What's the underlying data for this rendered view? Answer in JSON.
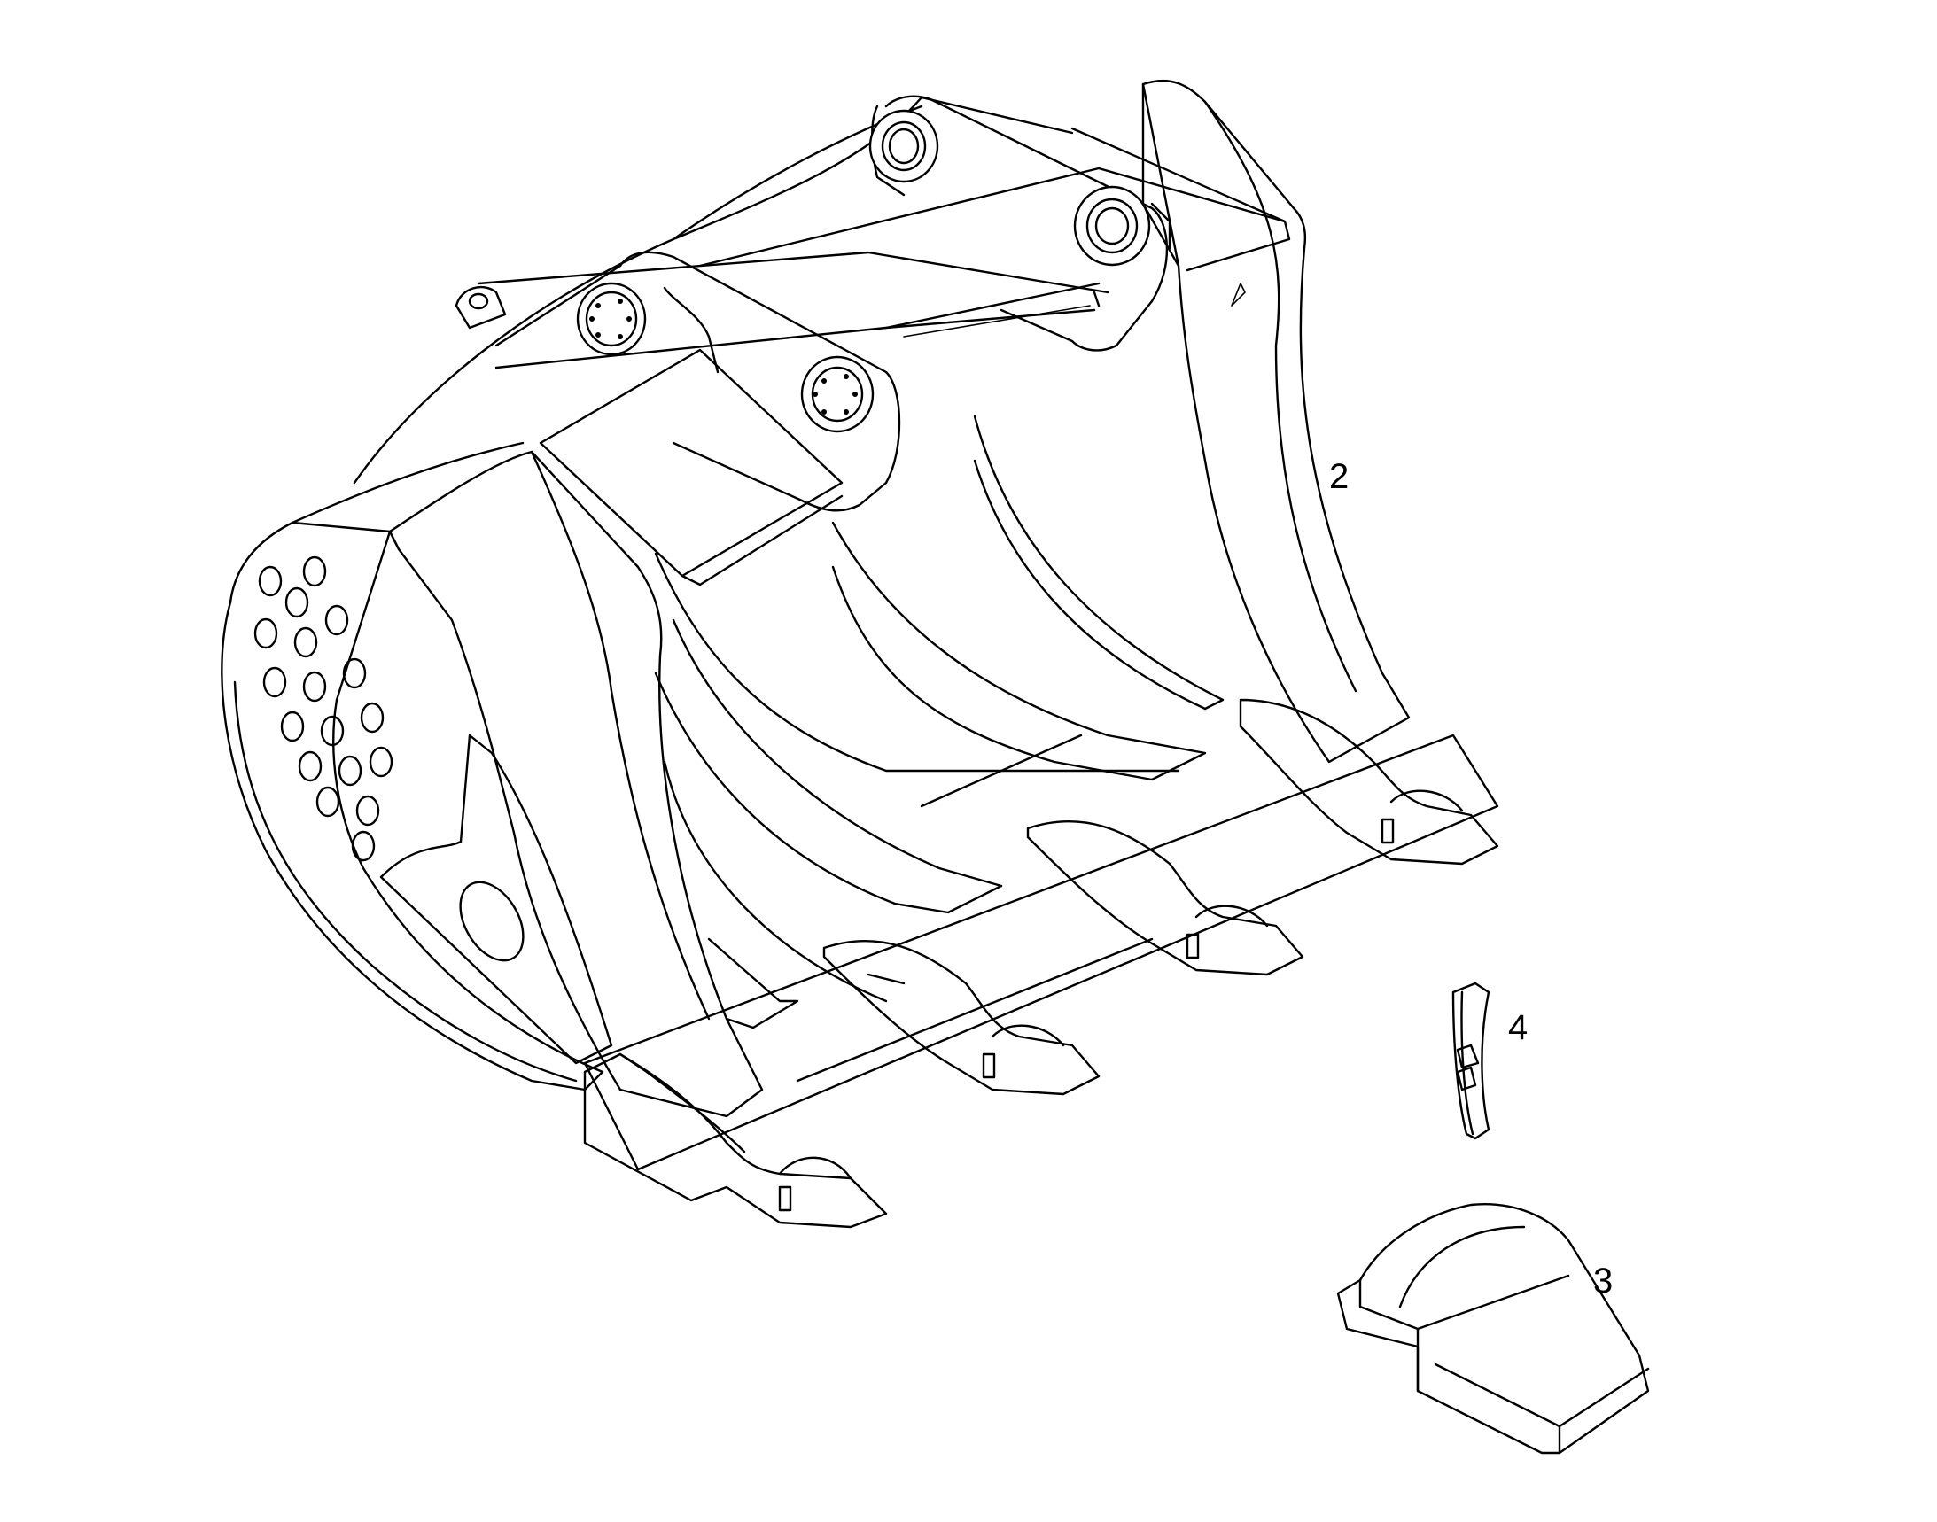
{
  "callouts": [
    {
      "id": "2",
      "label": "2"
    },
    {
      "id": "3",
      "label": "3"
    },
    {
      "id": "4",
      "label": "4"
    }
  ],
  "colors": {
    "line": "#000000",
    "background": "#ffffff"
  }
}
